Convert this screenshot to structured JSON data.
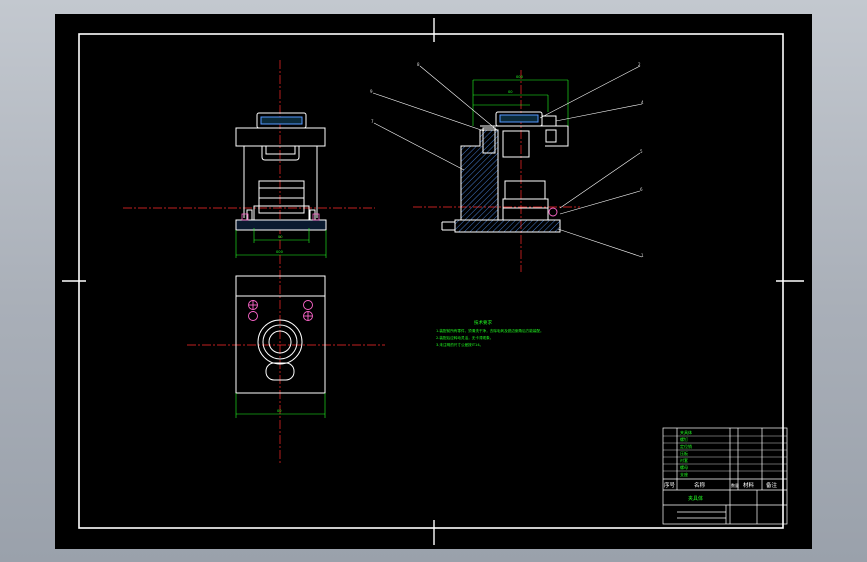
{
  "colors": {
    "background": "#a9afb8",
    "sheet": "#000000",
    "line": "#ffffff",
    "center_line": "#ff2a2a",
    "dimension": "#22ff22",
    "highlight": "#ff66cc",
    "hatch": "#5599ff"
  },
  "dimensions": {
    "side_top": "000",
    "side_mid": "00",
    "front_base": "00",
    "front_bottom": "000",
    "plan_width": "00"
  },
  "part_numbers": [
    "8",
    "9",
    "7",
    "2",
    "4",
    "5",
    "6",
    "1"
  ],
  "notes": {
    "heading": "技术要求",
    "lines": [
      "1.装配前所有零件，须清洗干净，去除毛刺及锐边倒角后方能装配。",
      "2.装配后应转动灵活，无卡滞现象。",
      "3.未注明的尺寸公差按IT14。"
    ]
  },
  "title_block": {
    "header": [
      "序号",
      "名称",
      "数量",
      "材料",
      "备注"
    ],
    "drawing_name": "夹具体",
    "items": [
      "夹具体",
      "螺钉",
      "定位销",
      "压板",
      "衬套",
      "螺母",
      "支座"
    ]
  }
}
